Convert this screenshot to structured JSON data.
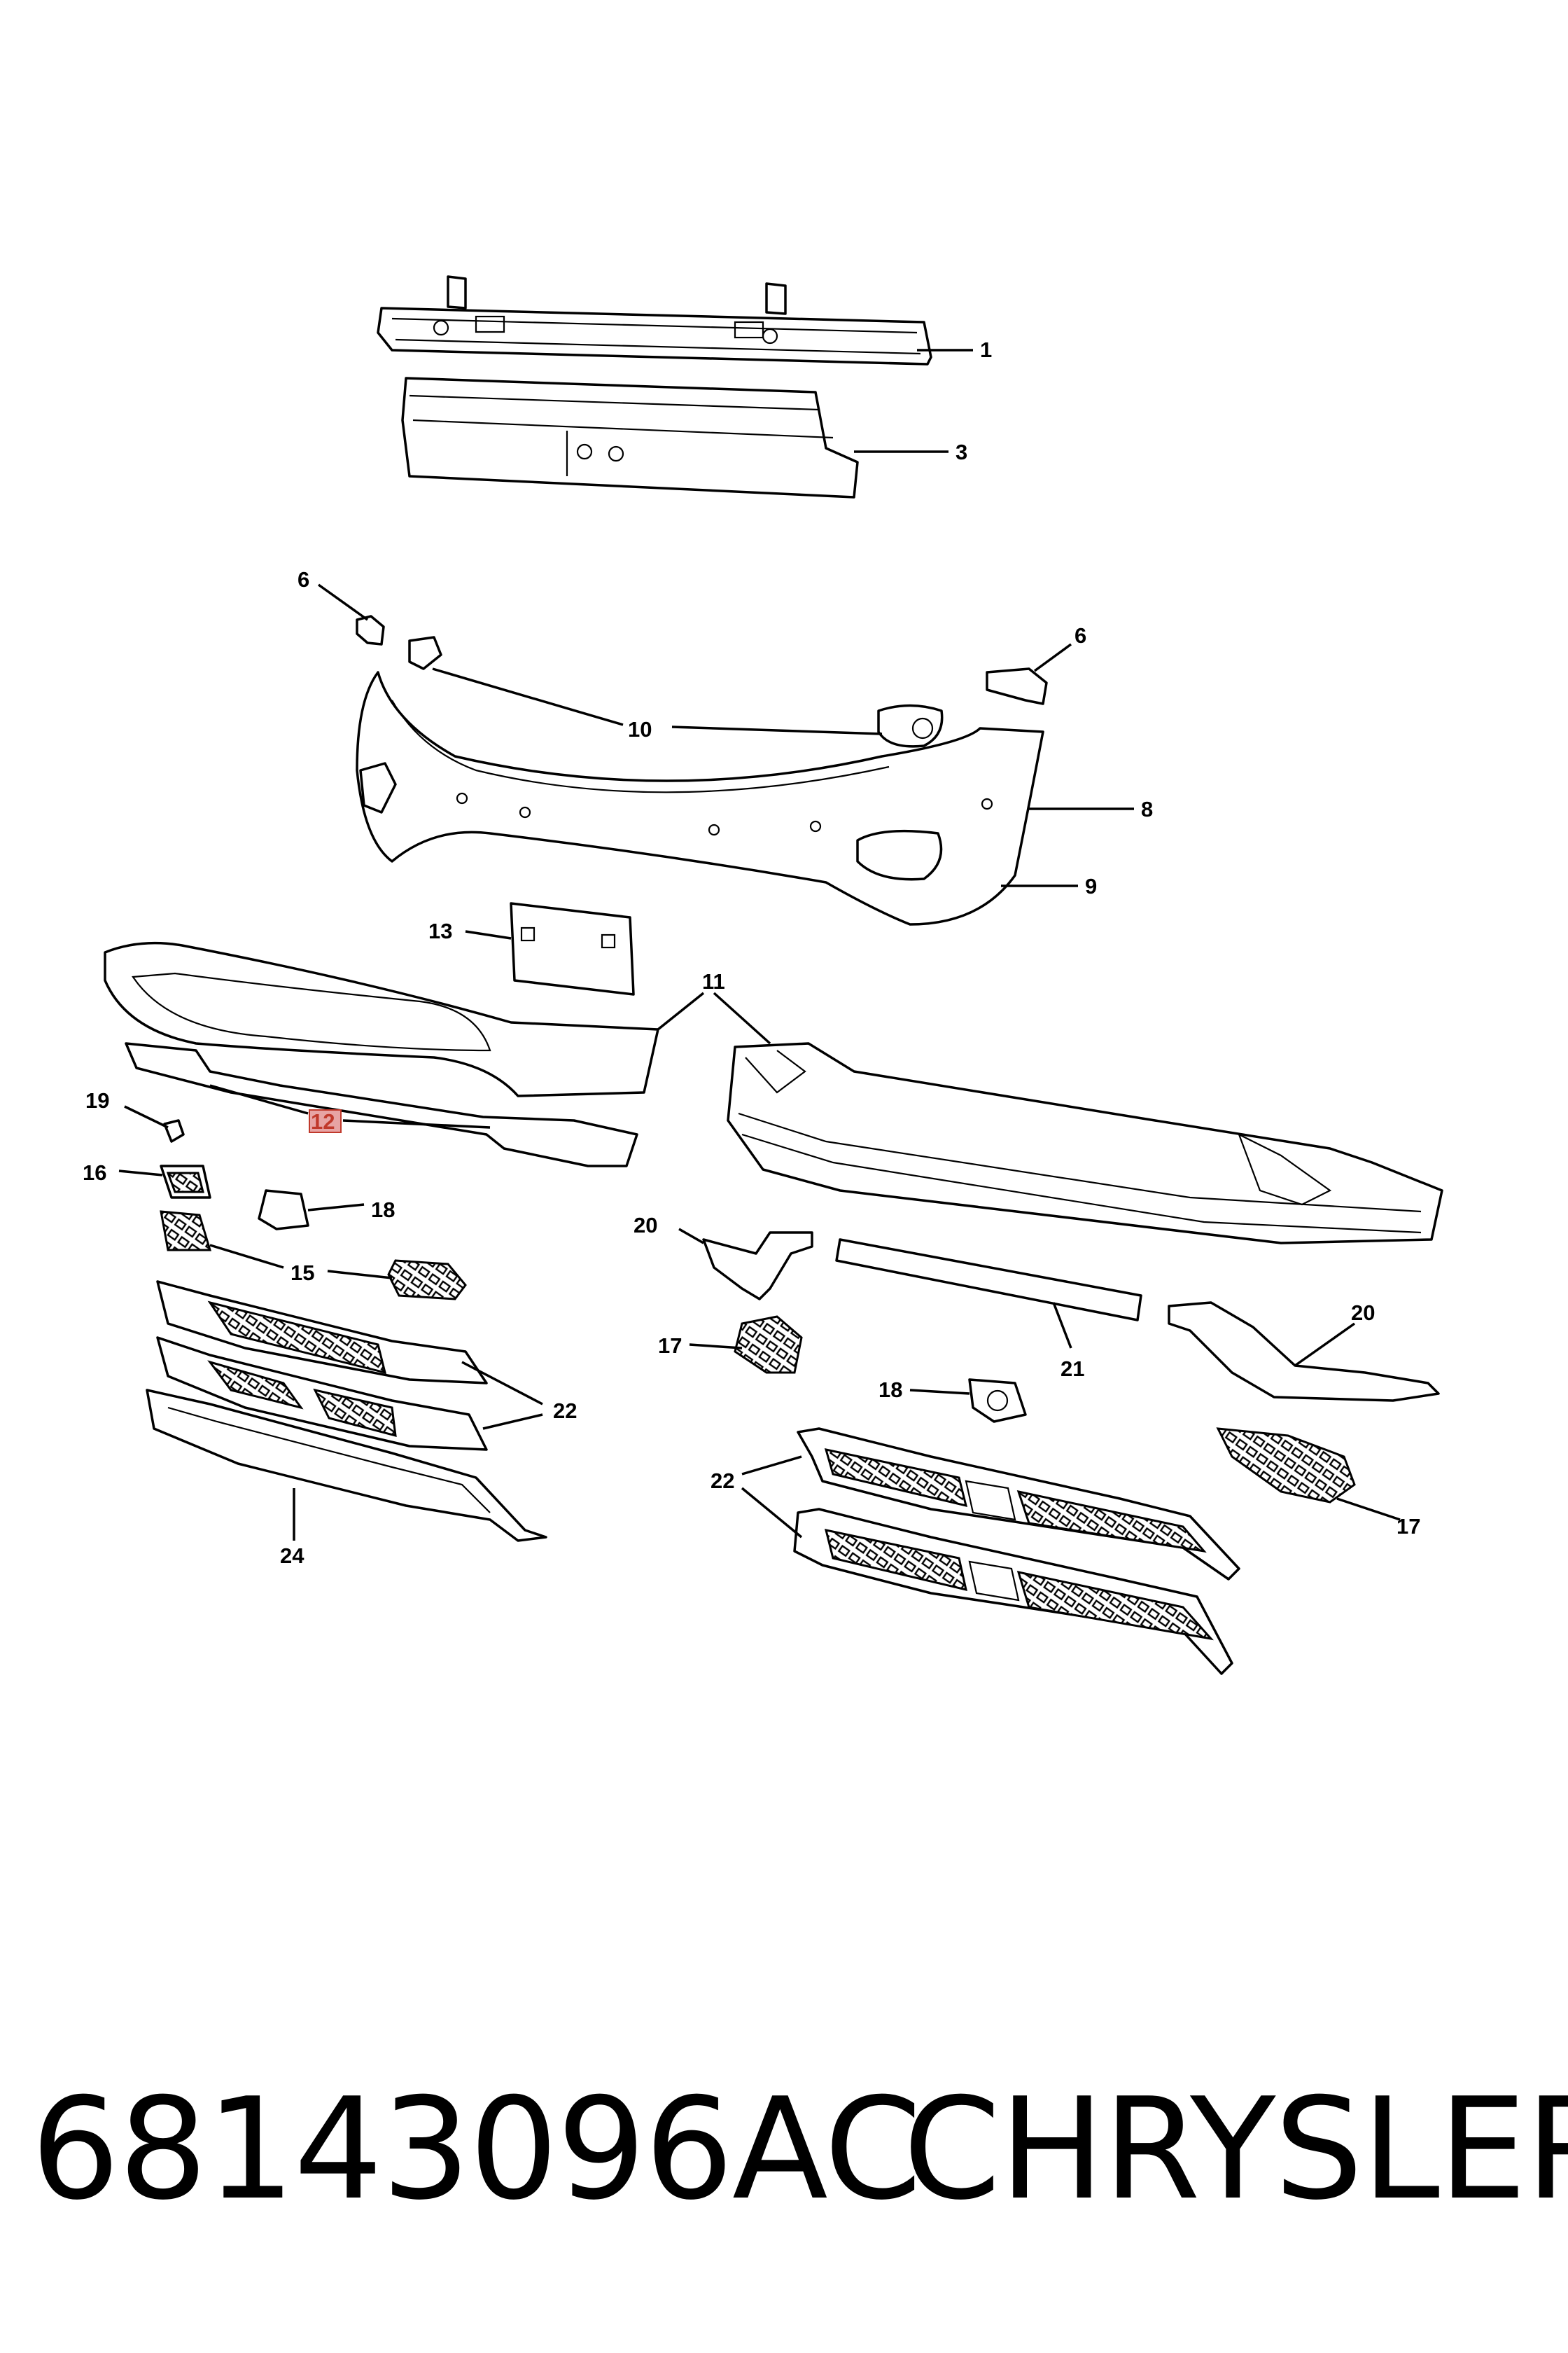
{
  "diagram": {
    "highlighted_callout": "12",
    "callouts": {
      "c1": "1",
      "c3": "3",
      "c6a": "6",
      "c6b": "6",
      "c10": "10",
      "c8": "8",
      "c9": "9",
      "c13": "13",
      "c11": "11",
      "c19": "19",
      "c12": "12",
      "c16": "16",
      "c18a": "18",
      "c15": "15",
      "c20a": "20",
      "c17a": "17",
      "c21": "21",
      "c20b": "20",
      "c18b": "18",
      "c22a": "22",
      "c22b": "22",
      "c17b": "17",
      "c24": "24"
    },
    "colors": {
      "line": "#000000",
      "highlight_fill": "#e7a4a4",
      "highlight_text": "#c0392b"
    }
  },
  "footer": {
    "part_number": "68143096AC",
    "brand": "CHRYSLER"
  }
}
